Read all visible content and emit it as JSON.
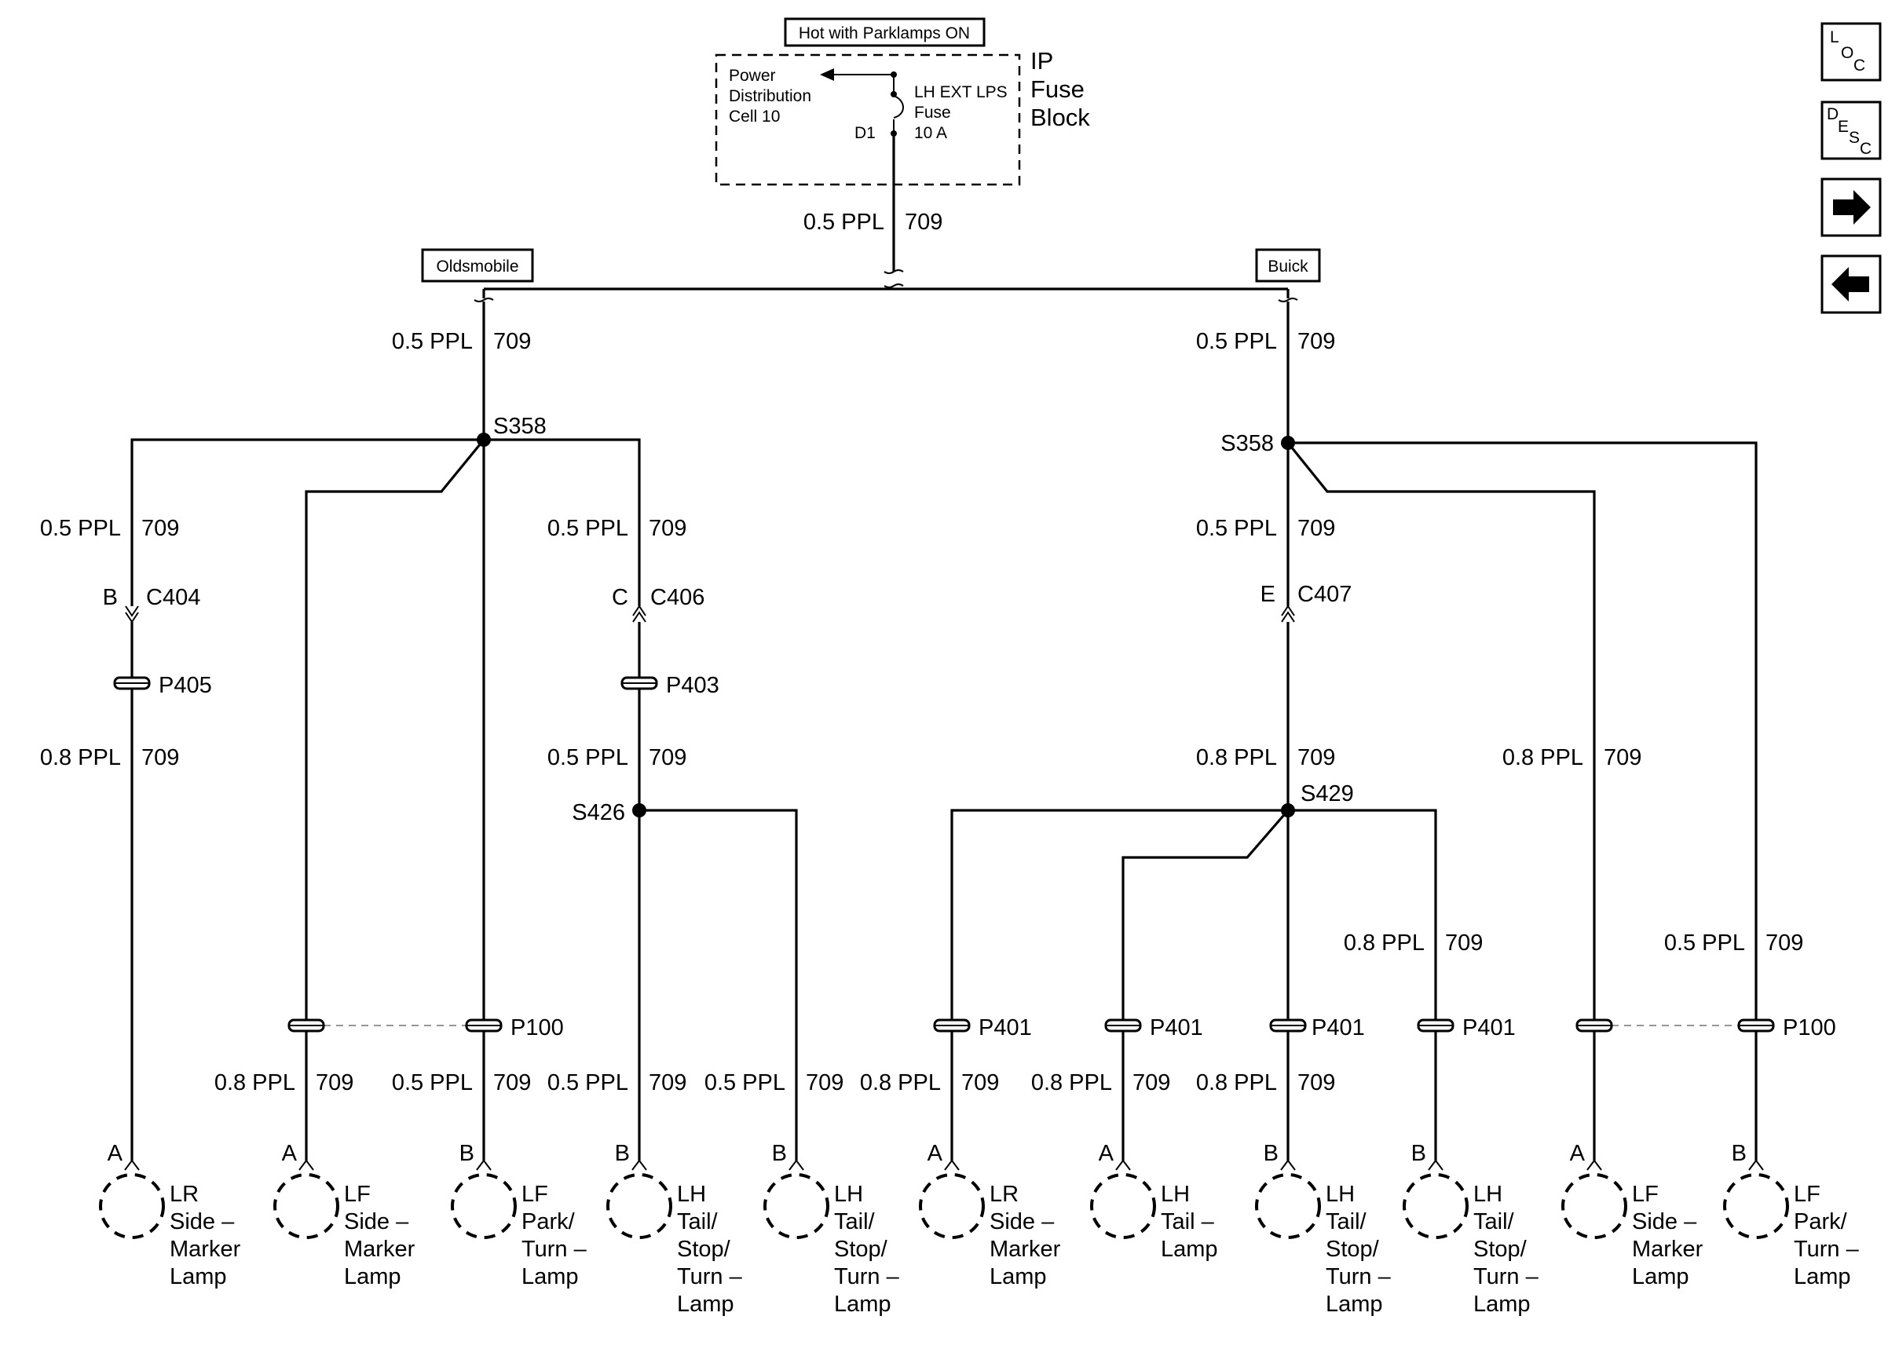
{
  "header": {
    "hot_label": "Hot with Parklamps ON",
    "fuse_block_line1": "IP",
    "fuse_block_line2": "Fuse",
    "fuse_block_line3": "Block",
    "power_dist_line1": "Power",
    "power_dist_line2": "Distribution",
    "power_dist_line3": "Cell 10",
    "fuse_line1": "LH EXT LPS",
    "fuse_line2": "Fuse",
    "fuse_line3": "10 A",
    "fuse_terminal": "D1"
  },
  "variants": {
    "left": "Oldsmobile",
    "right": "Buick"
  },
  "wire_size_a": "0.5 PPL",
  "wire_size_b": "0.8 PPL",
  "circuit": "709",
  "splices": {
    "s358": "S358",
    "s426": "S426",
    "s429": "S429"
  },
  "connectors": {
    "c404": "C404",
    "c404_pin": "B",
    "c406": "C406",
    "c406_pin": "C",
    "c407": "C407",
    "c407_pin": "E"
  },
  "passthroughs": {
    "p405": "P405",
    "p403": "P403",
    "p100": "P100",
    "p401": "P401"
  },
  "lamps": [
    {
      "pin": "A",
      "lines": [
        "LR",
        "Side –",
        "Marker",
        "Lamp"
      ]
    },
    {
      "pin": "A",
      "lines": [
        "LF",
        "Side –",
        "Marker",
        "Lamp"
      ]
    },
    {
      "pin": "B",
      "lines": [
        "LF",
        "Park/",
        "Turn –",
        "Lamp"
      ]
    },
    {
      "pin": "B",
      "lines": [
        "LH",
        "Tail/",
        "Stop/",
        "Turn –",
        "Lamp"
      ]
    },
    {
      "pin": "B",
      "lines": [
        "LH",
        "Tail/",
        "Stop/",
        "Turn –",
        "Lamp"
      ]
    },
    {
      "pin": "A",
      "lines": [
        "LR",
        "Side –",
        "Marker",
        "Lamp"
      ]
    },
    {
      "pin": "A",
      "lines": [
        "LH",
        "Tail –",
        "Lamp"
      ]
    },
    {
      "pin": "B",
      "lines": [
        "LH",
        "Tail/",
        "Stop/",
        "Turn –",
        "Lamp"
      ]
    },
    {
      "pin": "B",
      "lines": [
        "LH",
        "Tail/",
        "Stop/",
        "Turn –",
        "Lamp"
      ]
    },
    {
      "pin": "A",
      "lines": [
        "LF",
        "Side –",
        "Marker",
        "Lamp"
      ]
    },
    {
      "pin": "B",
      "lines": [
        "LF",
        "Park/",
        "Turn –",
        "Lamp"
      ]
    }
  ],
  "nav_buttons": {
    "loc": {
      "a": "L",
      "b": "O",
      "c": "C"
    },
    "desc": {
      "a": "D",
      "b": "E",
      "c": "S",
      "d": "C"
    }
  }
}
